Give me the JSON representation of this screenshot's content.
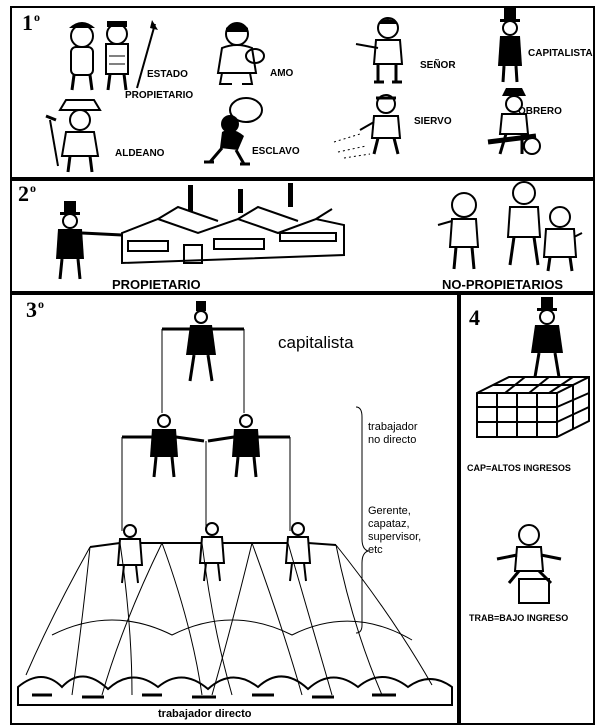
{
  "panels": {
    "p1": {
      "number": "1",
      "sup": "o",
      "labels": {
        "estado": "ESTADO",
        "propietario": "PROPIETARIO",
        "amo": "AMO",
        "senor": "SEÑOR",
        "capitalista": "CAPITALISTA",
        "aldeano": "ALDEANO",
        "esclavo": "ESCLAVO",
        "siervo": "SIERVO",
        "obrero": "OBRERO"
      }
    },
    "p2": {
      "number": "2",
      "sup": "o",
      "labels": {
        "propietario": "PROPIETARIO",
        "no_propietarios": "NO-PROPIETARIOS"
      }
    },
    "p3": {
      "number": "3",
      "sup": "o",
      "title": "capitalista",
      "labels": {
        "trabajador": "trabajador",
        "no_directo": "no directo",
        "gerente": "Gerente,",
        "capataz": "capataz,",
        "supervisor": "supervisor,",
        "etc": "etc",
        "directo": "trabajador directo"
      }
    },
    "p4": {
      "number": "4",
      "sup": "",
      "labels": {
        "cap": "CAP=ALTOS INGRESOS",
        "trab": "TRAB=BAJO INGRESO"
      }
    }
  }
}
